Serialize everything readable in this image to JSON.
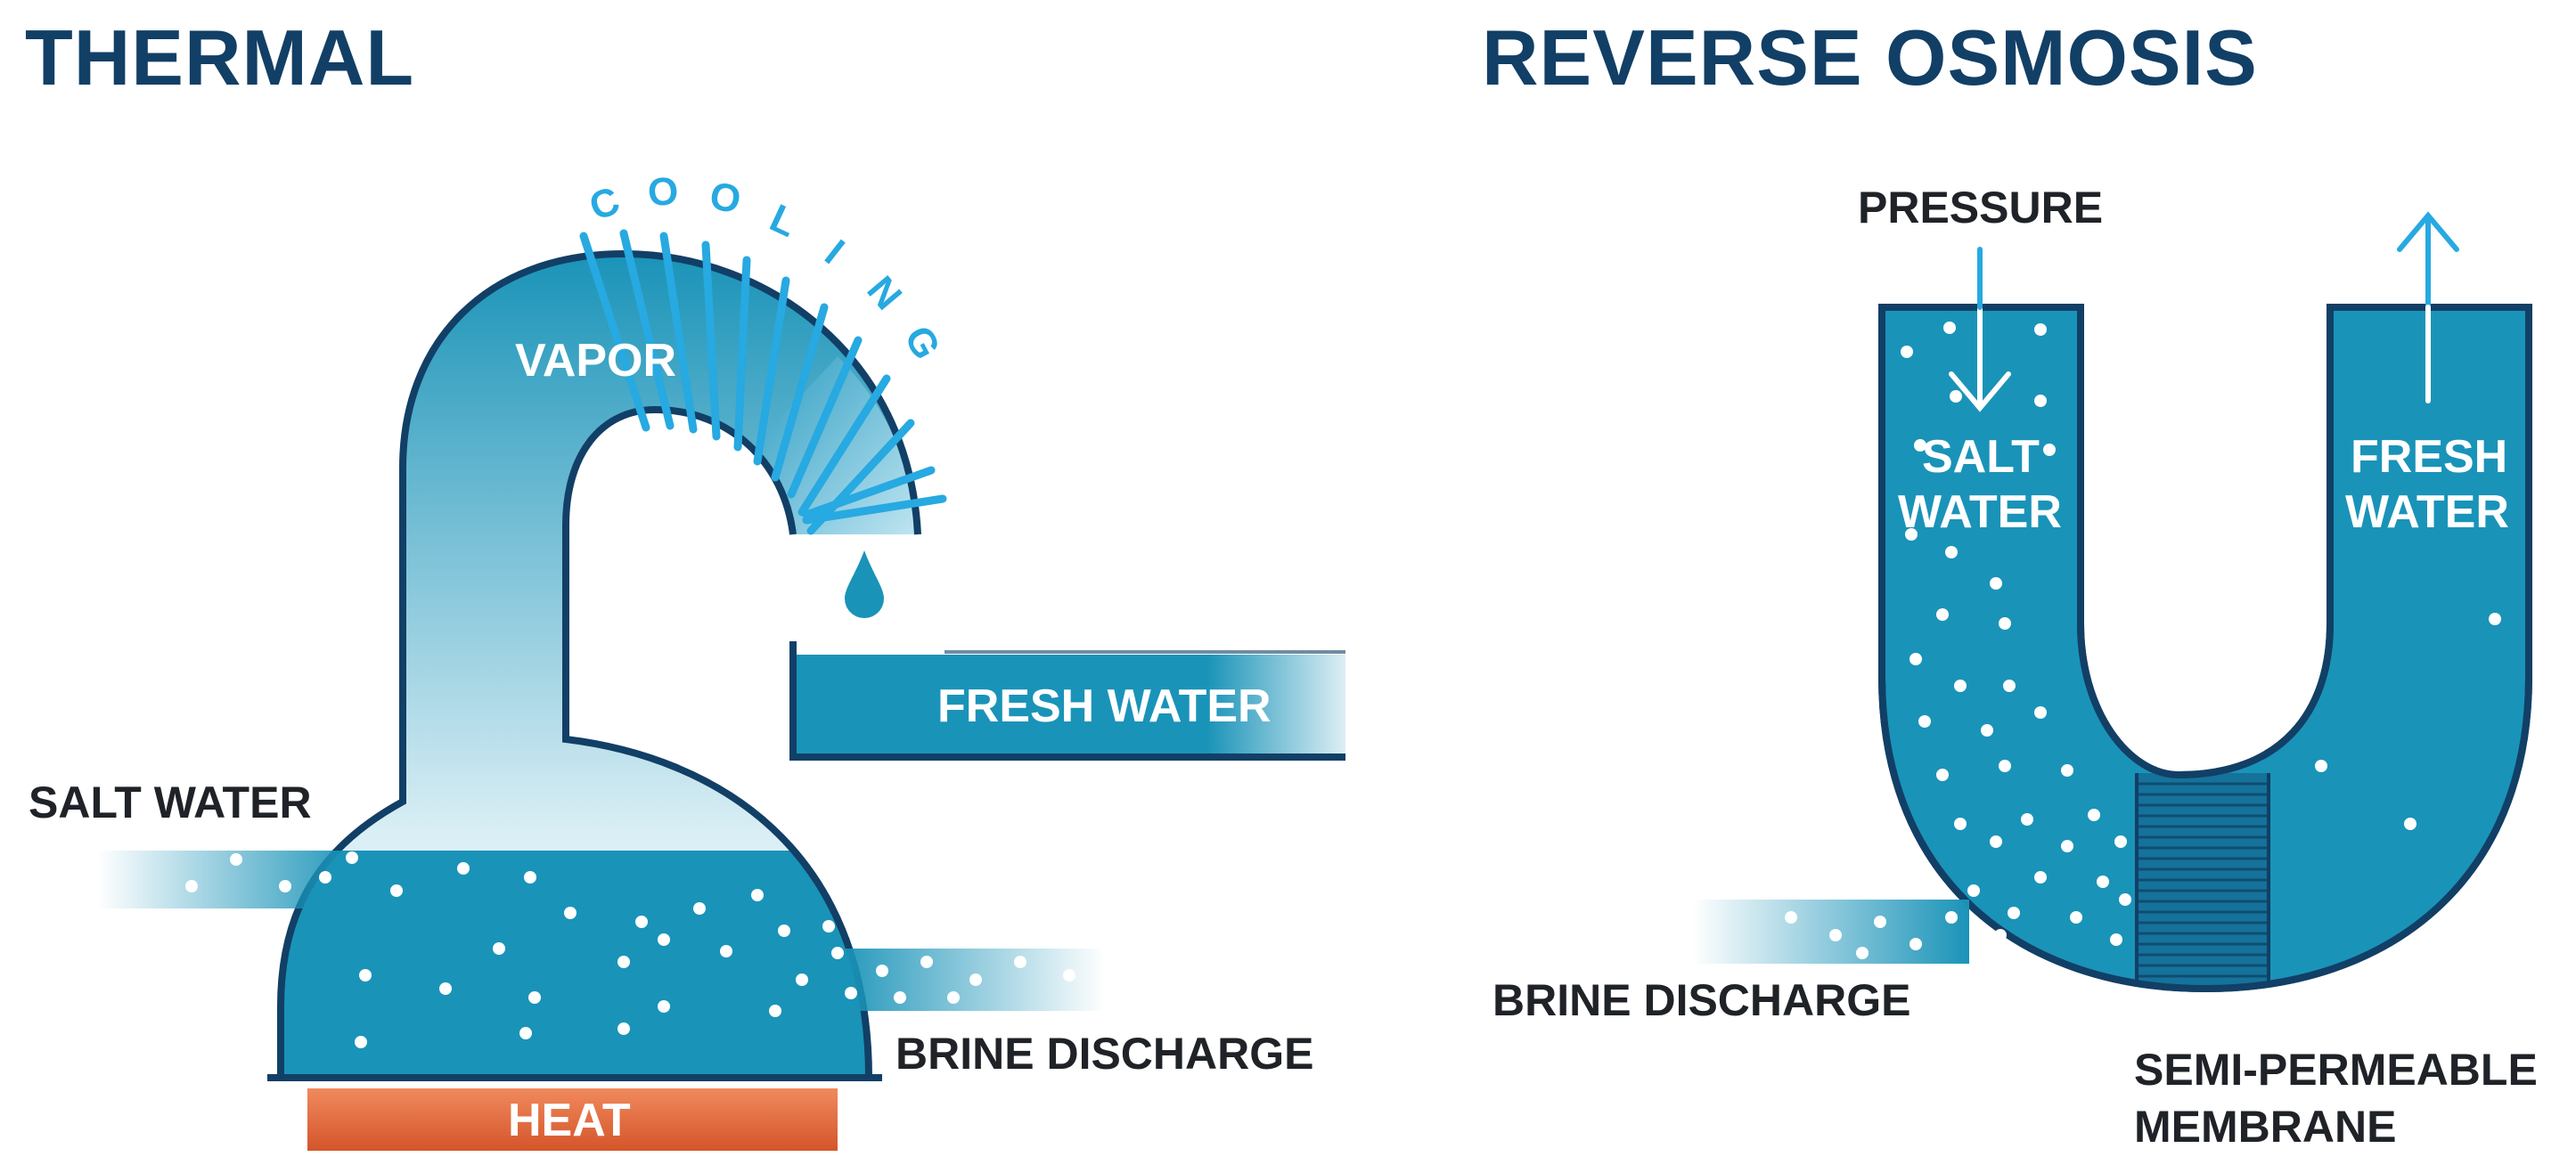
{
  "thermal": {
    "title": "THERMAL",
    "cooling_letters": [
      "C",
      "O",
      "O",
      "L",
      "I",
      "N",
      "G"
    ],
    "vapor_label": "VAPOR",
    "fresh_water_label": "FRESH WATER",
    "salt_water_label": "SALT WATER",
    "brine_label": "BRINE DISCHARGE",
    "heat_label": "HEAT"
  },
  "reverse_osmosis": {
    "title": "REVERSE OSMOSIS",
    "pressure_label": "PRESSURE",
    "salt_water_line1": "SALT",
    "salt_water_line2": "WATER",
    "fresh_water_line1": "FRESH",
    "fresh_water_line2": "WATER",
    "brine_label": "BRINE DISCHARGE",
    "membrane_line1": "SEMI-PERMEABLE",
    "membrane_line2": "MEMBRANE"
  },
  "colors": {
    "title": "#123f66",
    "water": "#1a93b8",
    "outline": "#123f66",
    "cooling": "#27a9e1",
    "heat": "#e0683c",
    "label": "#1f2328"
  }
}
